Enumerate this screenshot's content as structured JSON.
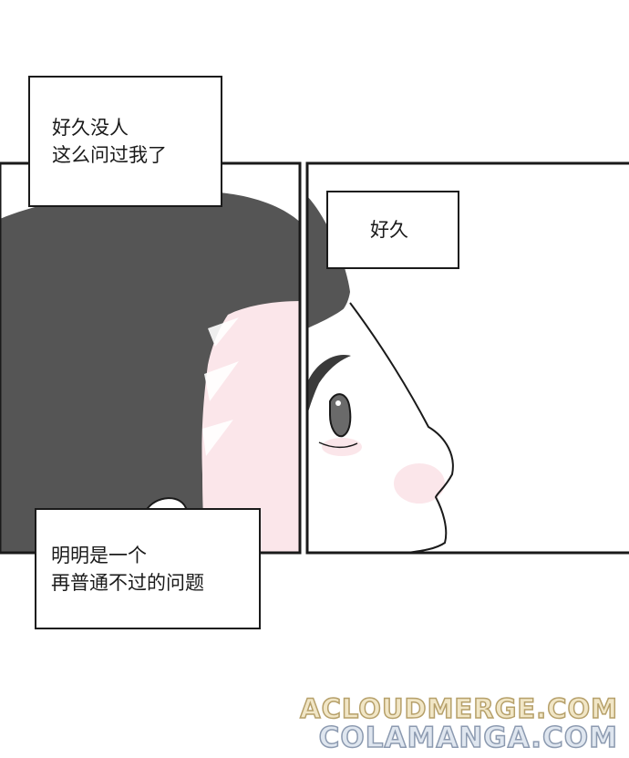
{
  "captions": {
    "top": {
      "line1": "好久没人",
      "line2": "这么问过我了"
    },
    "right": {
      "line1": "好久"
    },
    "bottom": {
      "line1": "明明是一个",
      "line2": "再普通不过的问题"
    }
  },
  "watermarks": {
    "line1": "ACLOUDMERGE.COM",
    "line2": "COLAMANGA.COM"
  },
  "colors": {
    "hair": "#555555",
    "skin_blush": "#fbe6ea",
    "ink": "#1a1a1a",
    "paper": "#ffffff"
  }
}
